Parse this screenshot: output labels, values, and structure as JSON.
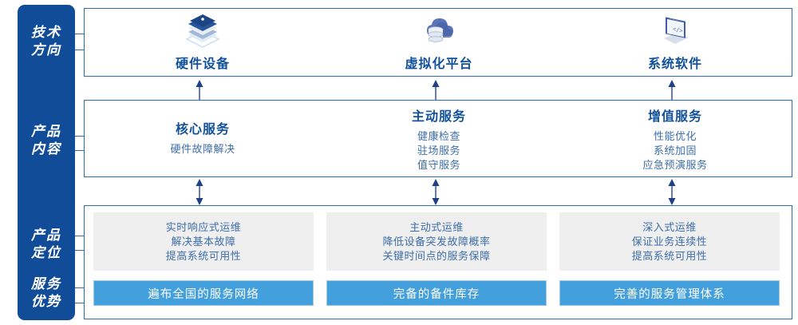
{
  "sidebar": {
    "background": "#114C98",
    "items": [
      {
        "id": "tech-direction",
        "line1": "技术",
        "line2": "方向"
      },
      {
        "id": "product-content",
        "line1": "产品",
        "line2": "内容"
      },
      {
        "id": "product-position",
        "line1": "产品",
        "line2": "定位"
      },
      {
        "id": "service-advantage",
        "line1": "服务",
        "line2": "优势"
      }
    ]
  },
  "colors": {
    "panel_border": "#2D6CB5",
    "title_blue": "#11519B",
    "body_blue": "#3E6EA8",
    "grey_box": "#EFEFEF",
    "bar_blue": "#44A0DC",
    "bar_border": "#9CCBEA",
    "arrow": "#1F3F87"
  },
  "tech_row": {
    "columns": [
      {
        "icon": "server-stack-icon",
        "label": "硬件设备"
      },
      {
        "icon": "cloud-database-icon",
        "label": "虚拟化平台"
      },
      {
        "icon": "laptop-code-icon",
        "label": "系统软件"
      }
    ]
  },
  "content_row": {
    "columns": [
      {
        "title": "核心服务",
        "lines": [
          "硬件故障解决"
        ]
      },
      {
        "title": "主动服务",
        "lines": [
          "健康检查",
          "驻场服务",
          "值守服务"
        ]
      },
      {
        "title": "增值服务",
        "lines": [
          "性能优化",
          "系统加固",
          "应急预演服务"
        ]
      }
    ]
  },
  "position_row": {
    "columns": [
      {
        "lines": [
          "实时响应式运维",
          "解决基本故障",
          "提高系统可用性"
        ],
        "advantage": "遍布全国的服务网络"
      },
      {
        "lines": [
          "主动式运维",
          "降低设备突发故障概率",
          "关键时间点的服务保障"
        ],
        "advantage": "完备的备件库存"
      },
      {
        "lines": [
          "深入式运维",
          "保证业务连续性",
          "提高系统可用性"
        ],
        "advantage": "完善的服务管理体系"
      }
    ]
  },
  "arrows": {
    "row1_to_row2": {
      "direction": "up",
      "name": "up-arrow-icon"
    },
    "row2_to_row3": {
      "direction": "both",
      "name": "double-arrow-icon"
    }
  }
}
